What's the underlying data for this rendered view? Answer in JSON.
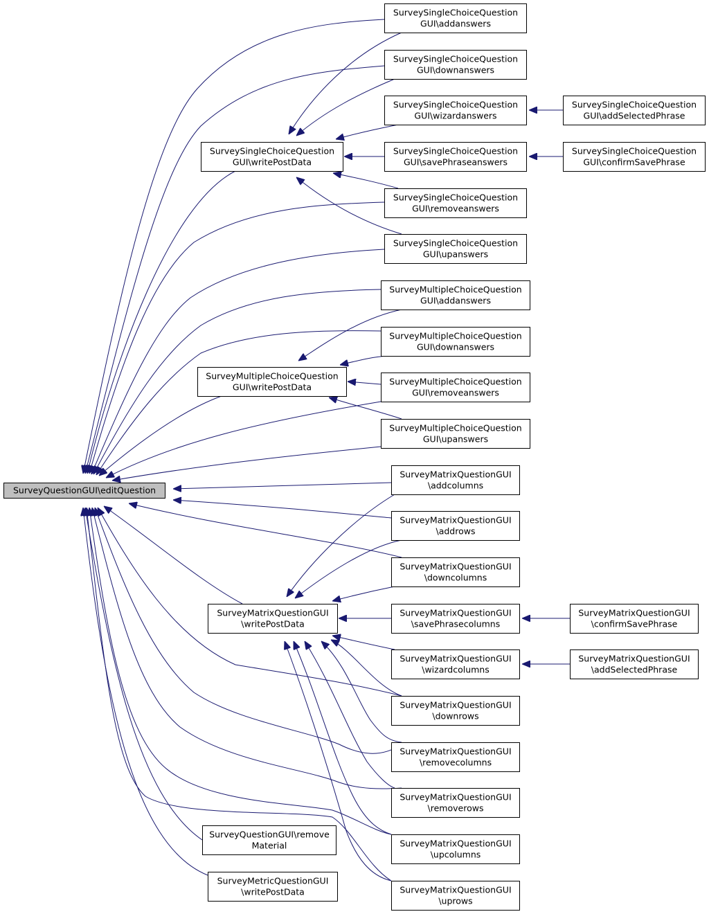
{
  "colors": {
    "edge": "#191970",
    "node_fill": "#ffffff",
    "root_fill": "#bfbfbf",
    "border": "#000000"
  },
  "nodes": [
    {
      "id": "root",
      "lines": [
        "SurveyQuestionGUI\\editQuestion"
      ],
      "root": true
    },
    {
      "id": "sc_write",
      "lines": [
        "SurveySingleChoiceQuestion",
        "GUI\\writePostData"
      ]
    },
    {
      "id": "sc_add",
      "lines": [
        "SurveySingleChoiceQuestion",
        "GUI\\addanswers"
      ]
    },
    {
      "id": "sc_down",
      "lines": [
        "SurveySingleChoiceQuestion",
        "GUI\\downanswers"
      ]
    },
    {
      "id": "sc_wizard",
      "lines": [
        "SurveySingleChoiceQuestion",
        "GUI\\wizardanswers"
      ]
    },
    {
      "id": "sc_save",
      "lines": [
        "SurveySingleChoiceQuestion",
        "GUI\\savePhraseanswers"
      ]
    },
    {
      "id": "sc_remove",
      "lines": [
        "SurveySingleChoiceQuestion",
        "GUI\\removeanswers"
      ]
    },
    {
      "id": "sc_up",
      "lines": [
        "SurveySingleChoiceQuestion",
        "GUI\\upanswers"
      ]
    },
    {
      "id": "sc_addsel",
      "lines": [
        "SurveySingleChoiceQuestion",
        "GUI\\addSelectedPhrase"
      ]
    },
    {
      "id": "sc_confirm",
      "lines": [
        "SurveySingleChoiceQuestion",
        "GUI\\confirmSavePhrase"
      ]
    },
    {
      "id": "mc_write",
      "lines": [
        "SurveyMultipleChoiceQuestion",
        "GUI\\writePostData"
      ]
    },
    {
      "id": "mc_add",
      "lines": [
        "SurveyMultipleChoiceQuestion",
        "GUI\\addanswers"
      ]
    },
    {
      "id": "mc_down",
      "lines": [
        "SurveyMultipleChoiceQuestion",
        "GUI\\downanswers"
      ]
    },
    {
      "id": "mc_remove",
      "lines": [
        "SurveyMultipleChoiceQuestion",
        "GUI\\removeanswers"
      ]
    },
    {
      "id": "mc_up",
      "lines": [
        "SurveyMultipleChoiceQuestion",
        "GUI\\upanswers"
      ]
    },
    {
      "id": "mx_write",
      "lines": [
        "SurveyMatrixQuestionGUI",
        "\\writePostData"
      ]
    },
    {
      "id": "mx_addcol",
      "lines": [
        "SurveyMatrixQuestionGUI",
        "\\addcolumns"
      ]
    },
    {
      "id": "mx_addrow",
      "lines": [
        "SurveyMatrixQuestionGUI",
        "\\addrows"
      ]
    },
    {
      "id": "mx_downcol",
      "lines": [
        "SurveyMatrixQuestionGUI",
        "\\downcolumns"
      ]
    },
    {
      "id": "mx_savecol",
      "lines": [
        "SurveyMatrixQuestionGUI",
        "\\savePhrasecolumns"
      ]
    },
    {
      "id": "mx_wizcol",
      "lines": [
        "SurveyMatrixQuestionGUI",
        "\\wizardcolumns"
      ]
    },
    {
      "id": "mx_downrow",
      "lines": [
        "SurveyMatrixQuestionGUI",
        "\\downrows"
      ]
    },
    {
      "id": "mx_remcol",
      "lines": [
        "SurveyMatrixQuestionGUI",
        "\\removecolumns"
      ]
    },
    {
      "id": "mx_remrow",
      "lines": [
        "SurveyMatrixQuestionGUI",
        "\\removerows"
      ]
    },
    {
      "id": "mx_upcol",
      "lines": [
        "SurveyMatrixQuestionGUI",
        "\\upcolumns"
      ]
    },
    {
      "id": "mx_uprow",
      "lines": [
        "SurveyMatrixQuestionGUI",
        "\\uprows"
      ]
    },
    {
      "id": "mx_confirm",
      "lines": [
        "SurveyMatrixQuestionGUI",
        "\\confirmSavePhrase"
      ]
    },
    {
      "id": "mx_addsel",
      "lines": [
        "SurveyMatrixQuestionGUI",
        "\\addSelectedPhrase"
      ]
    },
    {
      "id": "q_remove",
      "lines": [
        "SurveyQuestionGUI\\remove",
        "Material"
      ]
    },
    {
      "id": "metric_write",
      "lines": [
        "SurveyMetricQuestionGUI",
        "\\writePostData"
      ]
    }
  ],
  "edges": [
    {
      "from": "sc_add",
      "to": "root"
    },
    {
      "from": "sc_down",
      "to": "root"
    },
    {
      "from": "sc_write",
      "to": "root"
    },
    {
      "from": "sc_remove",
      "to": "root"
    },
    {
      "from": "sc_up",
      "to": "root"
    },
    {
      "from": "mc_add",
      "to": "root"
    },
    {
      "from": "mc_down",
      "to": "root"
    },
    {
      "from": "mc_write",
      "to": "root"
    },
    {
      "from": "mc_remove",
      "to": "root"
    },
    {
      "from": "mc_up",
      "to": "root"
    },
    {
      "from": "mx_addcol",
      "to": "root"
    },
    {
      "from": "mx_addrow",
      "to": "root"
    },
    {
      "from": "mx_downcol",
      "to": "root"
    },
    {
      "from": "mx_write",
      "to": "root"
    },
    {
      "from": "mx_downrow",
      "to": "root"
    },
    {
      "from": "mx_remcol",
      "to": "root"
    },
    {
      "from": "mx_remrow",
      "to": "root"
    },
    {
      "from": "mx_upcol",
      "to": "root"
    },
    {
      "from": "mx_uprow",
      "to": "root"
    },
    {
      "from": "q_remove",
      "to": "root"
    },
    {
      "from": "metric_write",
      "to": "root"
    },
    {
      "from": "sc_add",
      "to": "sc_write"
    },
    {
      "from": "sc_down",
      "to": "sc_write"
    },
    {
      "from": "sc_wizard",
      "to": "sc_write"
    },
    {
      "from": "sc_save",
      "to": "sc_write"
    },
    {
      "from": "sc_remove",
      "to": "sc_write"
    },
    {
      "from": "sc_up",
      "to": "sc_write"
    },
    {
      "from": "sc_addsel",
      "to": "sc_wizard"
    },
    {
      "from": "sc_confirm",
      "to": "sc_save"
    },
    {
      "from": "mc_add",
      "to": "mc_write"
    },
    {
      "from": "mc_down",
      "to": "mc_write"
    },
    {
      "from": "mc_remove",
      "to": "mc_write"
    },
    {
      "from": "mc_up",
      "to": "mc_write"
    },
    {
      "from": "mx_addcol",
      "to": "mx_write"
    },
    {
      "from": "mx_addrow",
      "to": "mx_write"
    },
    {
      "from": "mx_downcol",
      "to": "mx_write"
    },
    {
      "from": "mx_savecol",
      "to": "mx_write"
    },
    {
      "from": "mx_wizcol",
      "to": "mx_write"
    },
    {
      "from": "mx_downrow",
      "to": "mx_write"
    },
    {
      "from": "mx_remcol",
      "to": "mx_write"
    },
    {
      "from": "mx_remrow",
      "to": "mx_write"
    },
    {
      "from": "mx_upcol",
      "to": "mx_write"
    },
    {
      "from": "mx_uprow",
      "to": "mx_write"
    },
    {
      "from": "mx_confirm",
      "to": "mx_savecol"
    },
    {
      "from": "mx_addsel",
      "to": "mx_wizcol"
    }
  ]
}
